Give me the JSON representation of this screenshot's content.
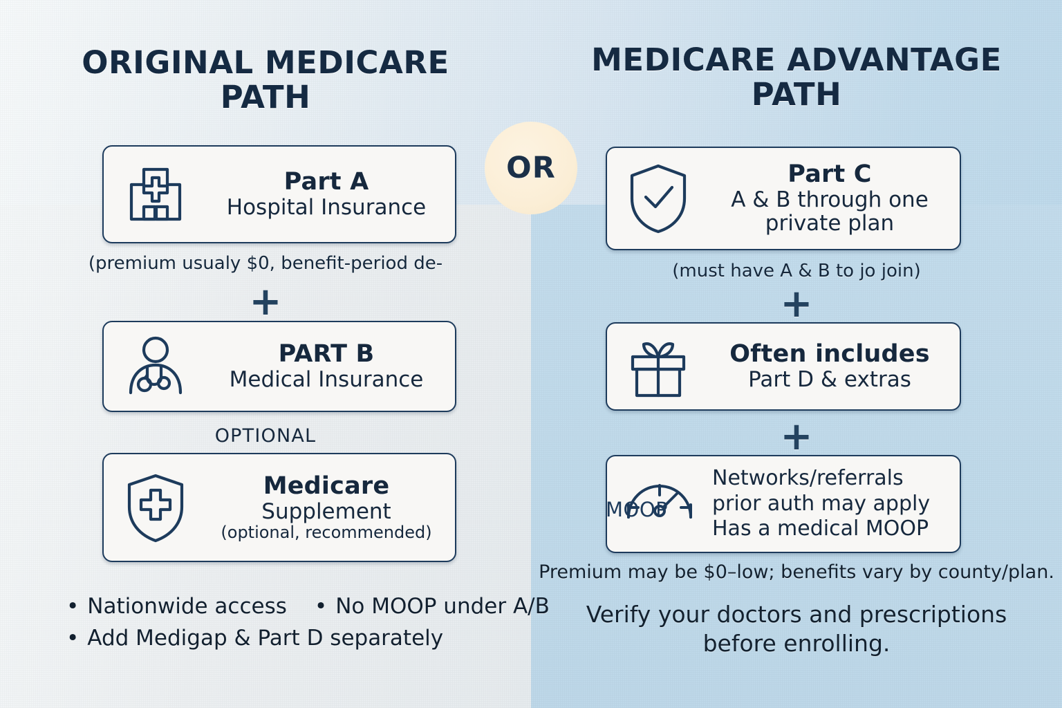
{
  "divider": {
    "or_label": "OR"
  },
  "left_column": {
    "title": "ORIGINAL MEDICARE\nPATH",
    "cards": [
      {
        "icon": "hospital-icon",
        "title": "Part A",
        "subtitle": "Hospital Insurance",
        "caption": "(premium usualy $0, benefit-period de-"
      },
      {
        "icon": "doctor-stethoscope-icon",
        "title": "PART B",
        "subtitle": "Medical Insurance"
      },
      {
        "icon": "shield-cross-icon",
        "title": "Medicare",
        "subtitle": "Supplement",
        "note": "(optional, recommended)"
      }
    ],
    "connector_plus": "+",
    "optional_label": "OPTIONAL",
    "bullets": [
      "Nationwide access",
      "No MOOP under A/B",
      "Add Medigap & Part D separately"
    ]
  },
  "right_column": {
    "title": "MEDICARE ADVANTAGE\nPATH",
    "cards": [
      {
        "icon": "shield-check-icon",
        "title": "Part C",
        "subtitle": "A & B through one\nprivate plan",
        "caption": "(must have A & B to jo join)"
      },
      {
        "icon": "gift-box-icon",
        "title": "Often includes",
        "subtitle": "Part D & extras"
      },
      {
        "icon": "gauge-moop-icon",
        "icon_label": "MOOP",
        "lines": "Networks/referrals\nprior auth may apply\nHas a medical MOOP"
      }
    ],
    "connector_plus": "+",
    "notes": [
      "Premium may be $0–low; benefits vary by county/plan.",
      "Verify your doctors and prescriptions\nbefore enrolling."
    ]
  },
  "colors": {
    "ink": "#16283d",
    "card_border": "#1d3b5c",
    "card_fill": "#f8f7f5",
    "badge_fill": "#fbeed6",
    "bg_left": "#eceff1",
    "bg_right": "#c3dcec"
  }
}
